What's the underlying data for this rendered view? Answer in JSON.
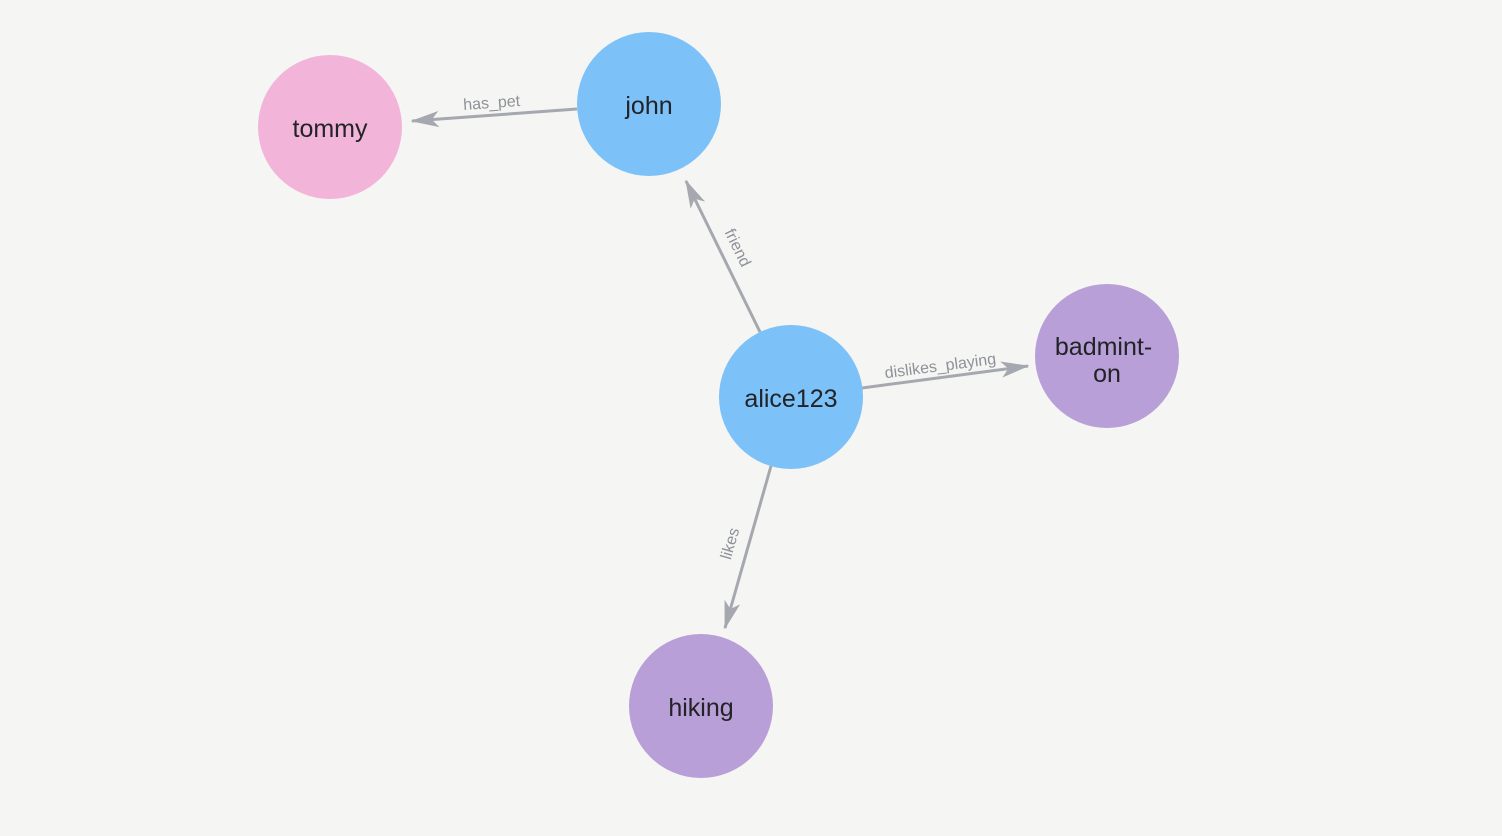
{
  "canvas": {
    "background_color": "#f5f5f3"
  },
  "graph": {
    "type": "node-link-diagram",
    "edge_color": "#a5a8af",
    "edge_label_color": "#8e9298",
    "node_label_color": "#222326",
    "node_colors": {
      "person": "#7cc1f8",
      "pet": "#f3b4d9",
      "activity": "#b89fd7"
    },
    "nodes": [
      {
        "id": "tommy",
        "label": "tommy",
        "color": "#f3b4d9"
      },
      {
        "id": "john",
        "label": "john",
        "color": "#7cc1f8"
      },
      {
        "id": "alice123",
        "label": "alice123",
        "color": "#7cc1f8"
      },
      {
        "id": "badminton",
        "label": "badminton",
        "display_lines": [
          "badmint-",
          "on"
        ],
        "color": "#b89fd7"
      },
      {
        "id": "hiking",
        "label": "hiking",
        "color": "#b89fd7"
      }
    ],
    "edges": [
      {
        "from": "john",
        "to": "tommy",
        "label": "has_pet"
      },
      {
        "from": "alice123",
        "to": "john",
        "label": "friend"
      },
      {
        "from": "alice123",
        "to": "badminton",
        "label": "dislikes_playing"
      },
      {
        "from": "alice123",
        "to": "hiking",
        "label": "likes"
      }
    ]
  }
}
